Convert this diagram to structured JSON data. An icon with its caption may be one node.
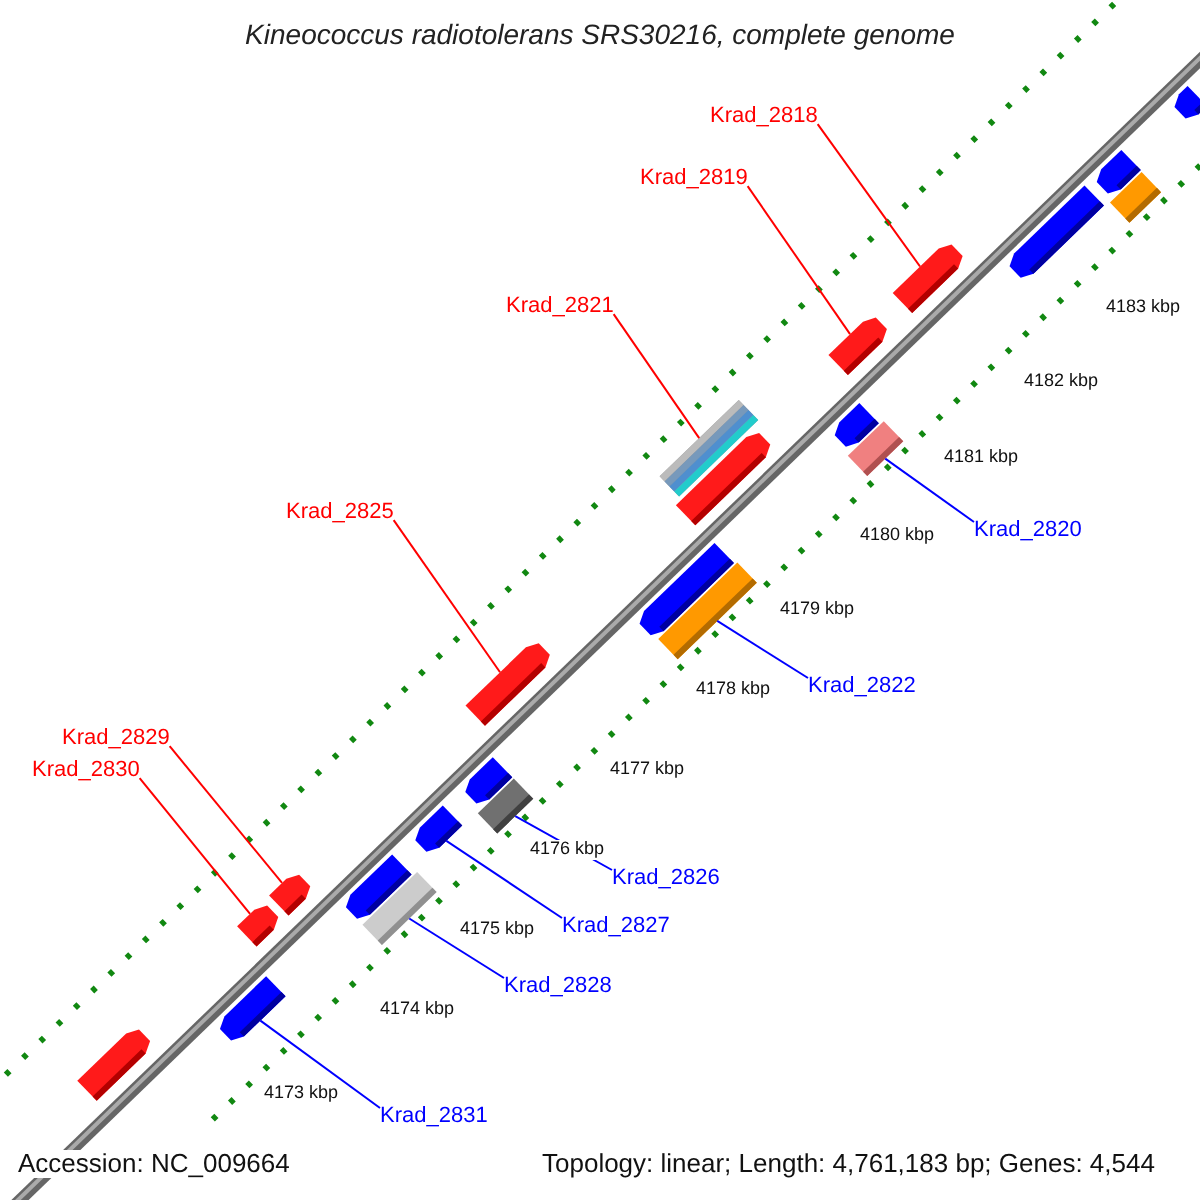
{
  "diagram": {
    "title": "Kineococcus radiotolerans SRS30216, complete genome",
    "nodes": [
      {
        "text": [
          "Krad_2818"
        ]
      },
      {
        "text": [
          "Krad_2819"
        ]
      },
      {
        "text": [
          "Krad_2821"
        ]
      },
      {
        "text": [
          "Krad_2820"
        ]
      },
      {
        "text": [
          "Krad_2825"
        ]
      },
      {
        "text": [
          "Krad_2822"
        ]
      },
      {
        "text": [
          "Krad_2829"
        ]
      },
      {
        "text": [
          "Krad_2830"
        ]
      },
      {
        "text": [
          "Krad_2826"
        ]
      },
      {
        "text": [
          "Krad_2827"
        ]
      },
      {
        "text": [
          "Krad_2828"
        ]
      },
      {
        "text": [
          "Krad_2831"
        ]
      },
      {
        "text": [],
        "shape": "pentagon"
      },
      {
        "text": [],
        "shape": "pentagon"
      },
      {
        "text": [],
        "shape": "bar"
      },
      {
        "text": [],
        "shape": "pentagon"
      },
      {
        "text": [],
        "shape": "pentagon"
      },
      {
        "text": [],
        "shape": "pentagon"
      },
      {
        "text": [],
        "shape": "pentagon"
      },
      {
        "text": [],
        "shape": "bar"
      },
      {
        "text": [],
        "shape": "bar"
      },
      {
        "text": [],
        "shape": "pentagon"
      },
      {
        "text": [],
        "shape": "bar"
      },
      {
        "text": [],
        "shape": "pentagon"
      },
      {
        "text": [],
        "shape": "pentagon"
      },
      {
        "text": [],
        "shape": "pentagon"
      },
      {
        "text": [],
        "shape": "bar"
      },
      {
        "text": [],
        "shape": "pentagon"
      },
      {
        "text": [],
        "shape": "bar"
      },
      {
        "text": [],
        "shape": "pentagon"
      },
      {
        "text": [],
        "shape": "pentagon"
      },
      {
        "text": [],
        "shape": "pentagon"
      },
      {
        "text": [],
        "shape": "pentagon"
      },
      {
        "text": [],
        "shape": "pentagon"
      }
    ],
    "edges": [
      {
        "from": 0,
        "to": 16,
        "arrow": "none"
      },
      {
        "from": 1,
        "to": 17,
        "arrow": "none"
      },
      {
        "from": 2,
        "to": 20,
        "arrow": "none"
      },
      {
        "from": 3,
        "to": 19,
        "arrow": "none",
        "color": "#0000ff"
      },
      {
        "from": 4,
        "to": 24,
        "arrow": "none"
      },
      {
        "from": 5,
        "to": 22,
        "arrow": "none",
        "color": "#0000ff"
      },
      {
        "from": 6,
        "to": 30,
        "arrow": "none"
      },
      {
        "from": 7,
        "to": 31,
        "arrow": "none"
      },
      {
        "from": 8,
        "to": 26,
        "arrow": "none",
        "color": "#0000ff"
      },
      {
        "from": 9,
        "to": 27,
        "arrow": "none",
        "color": "#0000ff"
      },
      {
        "from": 10,
        "to": 28,
        "arrow": "none",
        "color": "#0000ff"
      },
      {
        "from": 11,
        "to": 32,
        "arrow": "none",
        "color": "#0000ff"
      }
    ],
    "labels": [
      "4183 kbp",
      "4182 kbp",
      "4181 kbp",
      "4180 kbp",
      "4179 kbp",
      "4178 kbp",
      "4177 kbp",
      "4176 kbp",
      "4175 kbp",
      "4174 kbp",
      "4173 kbp",
      "Accession: NC_009664",
      "Topology: linear; Length: 4,761,183 bp; Genes: 4,544"
    ]
  }
}
